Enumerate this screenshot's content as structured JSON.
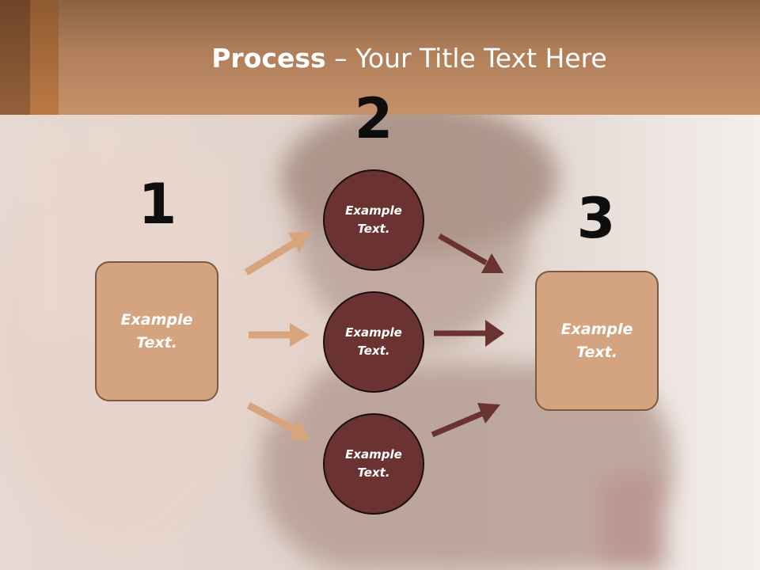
{
  "title": {
    "strong": "Process",
    "rest": " – Your Title Text Here"
  },
  "steps": {
    "one": "1",
    "two": "2",
    "three": "3"
  },
  "box_left": {
    "text": "Example Text."
  },
  "box_right": {
    "text": "Example Text."
  },
  "circles": [
    {
      "text": "Example Text."
    },
    {
      "text": "Example Text."
    },
    {
      "text": "Example Text."
    }
  ],
  "colors": {
    "title_band": "#c4916a",
    "box_fill": "#d3a47f",
    "circle_fill": "#6a3332",
    "arrow_light": "#d8a47e",
    "arrow_dark": "#6a3332"
  }
}
